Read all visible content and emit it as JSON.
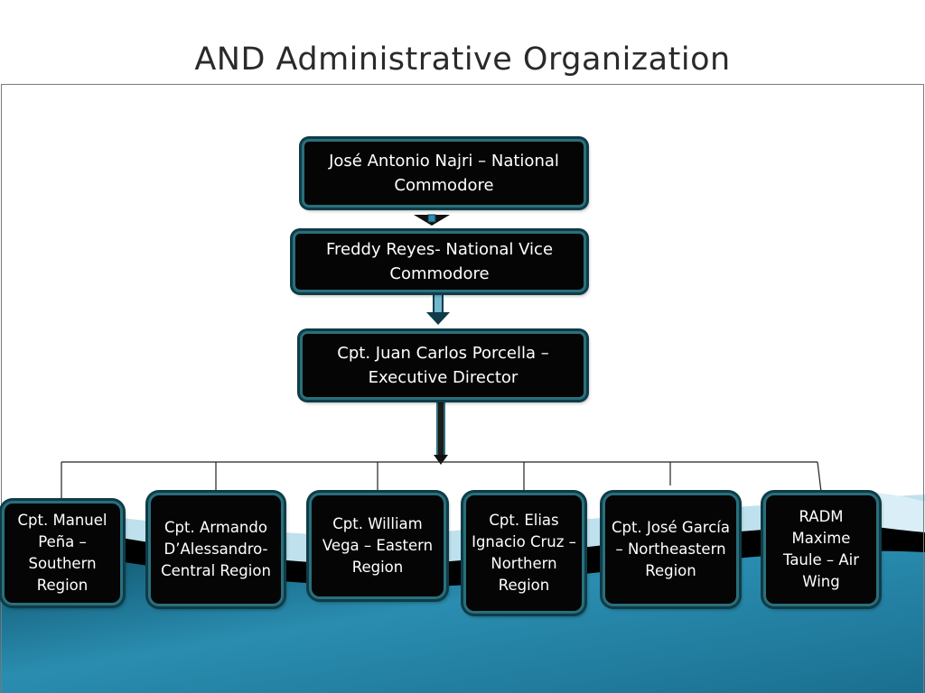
{
  "title": "AND Administrative Organization",
  "org": {
    "commodore": "José Antonio Najri – National Commodore",
    "vice_commodore": "Freddy Reyes- National Vice Commodore",
    "executive_director": "Cpt. Juan Carlos Porcella – Executive Director",
    "regions": [
      "Cpt. Manuel Peña – Southern Region",
      "Cpt. Armando D’Alessandro- Central Region",
      "Cpt. William Vega – Eastern Region",
      "Cpt. Elias Ignacio Cruz – Northern Region",
      "Cpt. José García – Northeastern Region",
      "RADM Maxime Taule – Air Wing"
    ]
  },
  "colors": {
    "box_fill": "#050505",
    "box_border": "#2a6f7c",
    "wave_blue": "#2f8fb0",
    "wave_light": "#9fd3e6"
  }
}
